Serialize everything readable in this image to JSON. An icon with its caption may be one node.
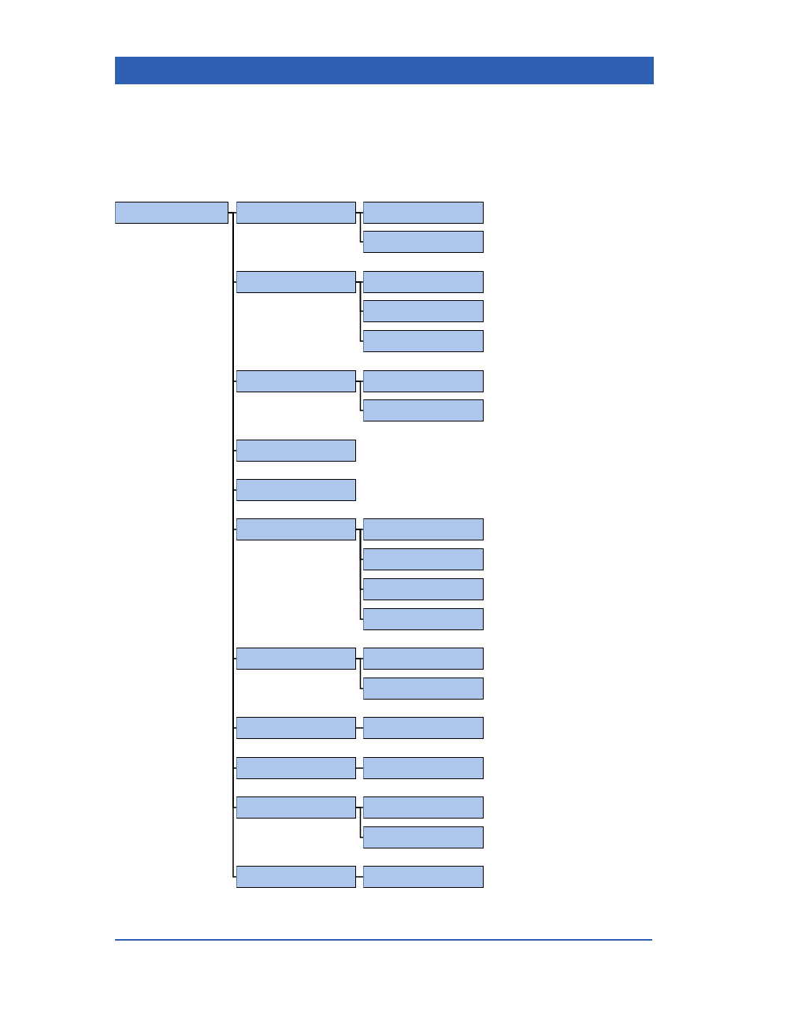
{
  "diagram": {
    "nodes": [
      {
        "text": [],
        "shape": "box"
      },
      {
        "text": [],
        "shape": "box"
      },
      {
        "text": [],
        "shape": "box"
      },
      {
        "text": [],
        "shape": "box"
      },
      {
        "text": [],
        "shape": "box"
      },
      {
        "text": [],
        "shape": "box"
      },
      {
        "text": [],
        "shape": "box"
      },
      {
        "text": [],
        "shape": "box"
      },
      {
        "text": [],
        "shape": "box"
      },
      {
        "text": [],
        "shape": "box"
      },
      {
        "text": [],
        "shape": "box"
      },
      {
        "text": [],
        "shape": "box"
      },
      {
        "text": [],
        "shape": "box"
      },
      {
        "text": [],
        "shape": "box"
      },
      {
        "text": [],
        "shape": "box"
      },
      {
        "text": [],
        "shape": "box"
      },
      {
        "text": [],
        "shape": "box"
      },
      {
        "text": [],
        "shape": "box"
      },
      {
        "text": [],
        "shape": "box"
      },
      {
        "text": [],
        "shape": "box"
      },
      {
        "text": [],
        "shape": "box"
      },
      {
        "text": [],
        "shape": "box"
      },
      {
        "text": [],
        "shape": "box"
      },
      {
        "text": [],
        "shape": "box"
      },
      {
        "text": [],
        "shape": "box"
      },
      {
        "text": [],
        "shape": "box"
      },
      {
        "text": [],
        "shape": "box"
      },
      {
        "text": [],
        "shape": "box"
      },
      {
        "text": [],
        "shape": "box"
      },
      {
        "text": [],
        "shape": "box"
      }
    ],
    "edges": [
      {
        "from": 0,
        "to": 1,
        "arrow": "none"
      },
      {
        "from": 1,
        "to": 2,
        "arrow": "none"
      },
      {
        "from": 1,
        "to": 3,
        "arrow": "none"
      },
      {
        "from": 0,
        "to": 4,
        "arrow": "none"
      },
      {
        "from": 4,
        "to": 5,
        "arrow": "none"
      },
      {
        "from": 4,
        "to": 6,
        "arrow": "none"
      },
      {
        "from": 4,
        "to": 7,
        "arrow": "none"
      },
      {
        "from": 0,
        "to": 8,
        "arrow": "none"
      },
      {
        "from": 8,
        "to": 9,
        "arrow": "none"
      },
      {
        "from": 8,
        "to": 10,
        "arrow": "none"
      },
      {
        "from": 0,
        "to": 11,
        "arrow": "none"
      },
      {
        "from": 0,
        "to": 12,
        "arrow": "none"
      },
      {
        "from": 0,
        "to": 13,
        "arrow": "none"
      },
      {
        "from": 13,
        "to": 14,
        "arrow": "none"
      },
      {
        "from": 13,
        "to": 15,
        "arrow": "none"
      },
      {
        "from": 13,
        "to": 16,
        "arrow": "none"
      },
      {
        "from": 13,
        "to": 17,
        "arrow": "none"
      },
      {
        "from": 0,
        "to": 18,
        "arrow": "none"
      },
      {
        "from": 18,
        "to": 19,
        "arrow": "none"
      },
      {
        "from": 18,
        "to": 20,
        "arrow": "none"
      },
      {
        "from": 0,
        "to": 21,
        "arrow": "none"
      },
      {
        "from": 21,
        "to": 22,
        "arrow": "none"
      },
      {
        "from": 0,
        "to": 23,
        "arrow": "none"
      },
      {
        "from": 23,
        "to": 24,
        "arrow": "none"
      },
      {
        "from": 0,
        "to": 25,
        "arrow": "none"
      },
      {
        "from": 25,
        "to": 26,
        "arrow": "none"
      },
      {
        "from": 25,
        "to": 27,
        "arrow": "none"
      },
      {
        "from": 0,
        "to": 28,
        "arrow": "none"
      },
      {
        "from": 28,
        "to": 29,
        "arrow": "none"
      }
    ]
  }
}
